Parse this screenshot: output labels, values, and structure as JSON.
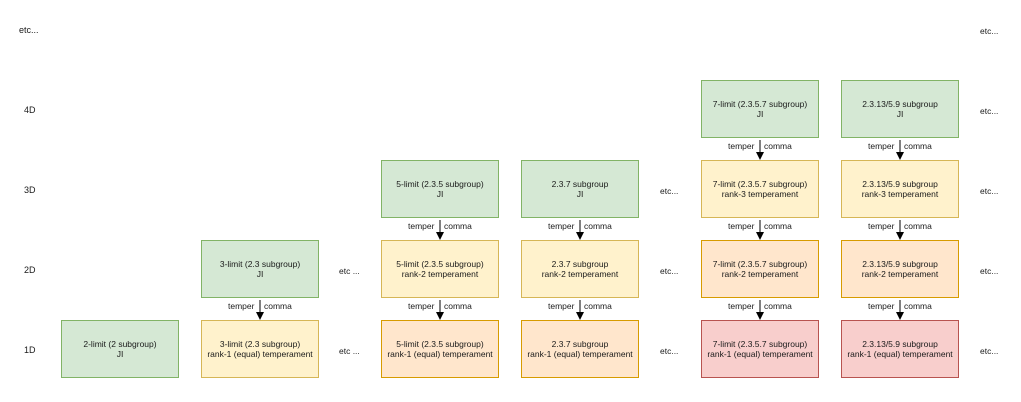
{
  "rows": {
    "etc": "etc...",
    "d4": "4D",
    "d3": "3D",
    "d2": "2D",
    "d1": "1D"
  },
  "etc_label": "etc...",
  "etc_label_short": "etc ...",
  "temper_label": "temper",
  "comma_label": "comma",
  "boxes": {
    "b2_1d": {
      "line1": "2-limit (2 subgroup)",
      "line2": "JI"
    },
    "b3_2d": {
      "line1": "3-limit (2.3 subgroup)",
      "line2": "JI"
    },
    "b3_1d": {
      "line1": "3-limit (2.3 subgroup)",
      "line2": "rank-1 (equal) temperament"
    },
    "b5_3d": {
      "line1": "5-limit (2.3.5 subgroup)",
      "line2": "JI"
    },
    "b5_2d": {
      "line1": "5-limit (2.3.5 subgroup)",
      "line2": "rank-2 temperament"
    },
    "b5_1d": {
      "line1": "5-limit (2.3.5 subgroup)",
      "line2": "rank-1 (equal) temperament"
    },
    "b237_3d": {
      "line1": "2.3.7 subgroup",
      "line2": "JI"
    },
    "b237_2d": {
      "line1": "2.3.7 subgroup",
      "line2": "rank-2 temperament"
    },
    "b237_1d": {
      "line1": "2.3.7 subgroup",
      "line2": "rank-1 (equal) temperament"
    },
    "b7_4d": {
      "line1": "7-limit (2.3.5.7 subgroup)",
      "line2": "JI"
    },
    "b7_3d": {
      "line1": "7-limit (2.3.5.7 subgroup)",
      "line2": "rank-3 temperament"
    },
    "b7_2d": {
      "line1": "7-limit (2.3.5.7 subgroup)",
      "line2": "rank-2 temperament"
    },
    "b7_1d": {
      "line1": "7-limit (2.3.5.7 subgroup)",
      "line2": "rank-1 (equal) temperament"
    },
    "b13_4d": {
      "line1": "2.3.13/5.9 subgroup",
      "line2": "JI"
    },
    "b13_3d": {
      "line1": "2.3.13/5.9 subgroup",
      "line2": "rank-3 temperament"
    },
    "b13_2d": {
      "line1": "2.3.13/5.9 subgroup",
      "line2": "rank-2 temperament"
    },
    "b13_1d": {
      "line1": "2.3.13/5.9 subgroup",
      "line2": "rank-1 (equal) temperament"
    }
  },
  "colors": {
    "ji": "#d5e8d4",
    "rank3": "#fff2cc",
    "rank2": "#ffe6cc",
    "rank1": "#f8cecc"
  }
}
